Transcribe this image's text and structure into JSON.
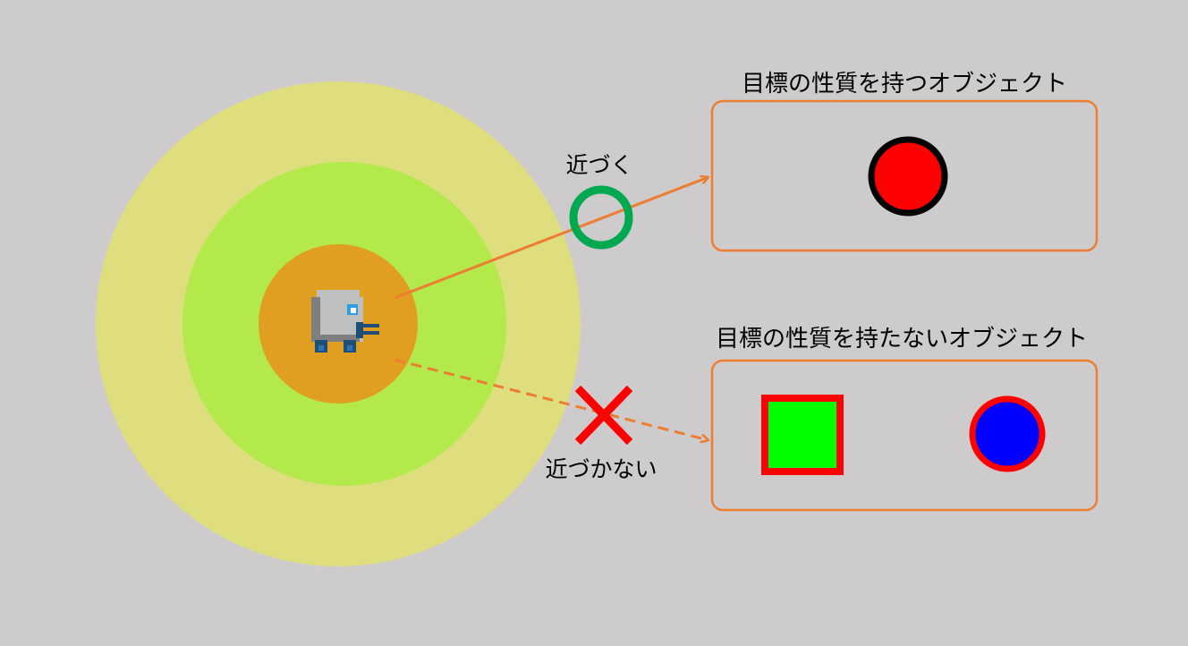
{
  "labels": {
    "target_box_title": "目標の性質を持つオブジェクト",
    "nontarget_box_title": "目標の性質を持たないオブジェクト",
    "approach": "近づく",
    "not_approach": "近づかない"
  },
  "colors": {
    "background": "#cdcbcc",
    "outer_ring": "#dfde7f",
    "middle_ring": "#b4e94c",
    "inner_ring": "#e19f21",
    "arrow": "#ed7d31",
    "box_border": "#ed7d31",
    "check_mark": "#00a84f",
    "cross_mark": "#ff0000",
    "target_circle_fill": "#ff0000",
    "target_circle_outline": "#000000",
    "square_fill": "#00ff00",
    "square_outline": "#ff0000",
    "blue_circle_fill": "#0000ff",
    "blue_circle_outline": "#ff0000"
  },
  "icons": {
    "agent": "pixel-robot-icon",
    "approach_mark": "circle-ok-icon",
    "reject_mark": "cross-ng-icon"
  }
}
